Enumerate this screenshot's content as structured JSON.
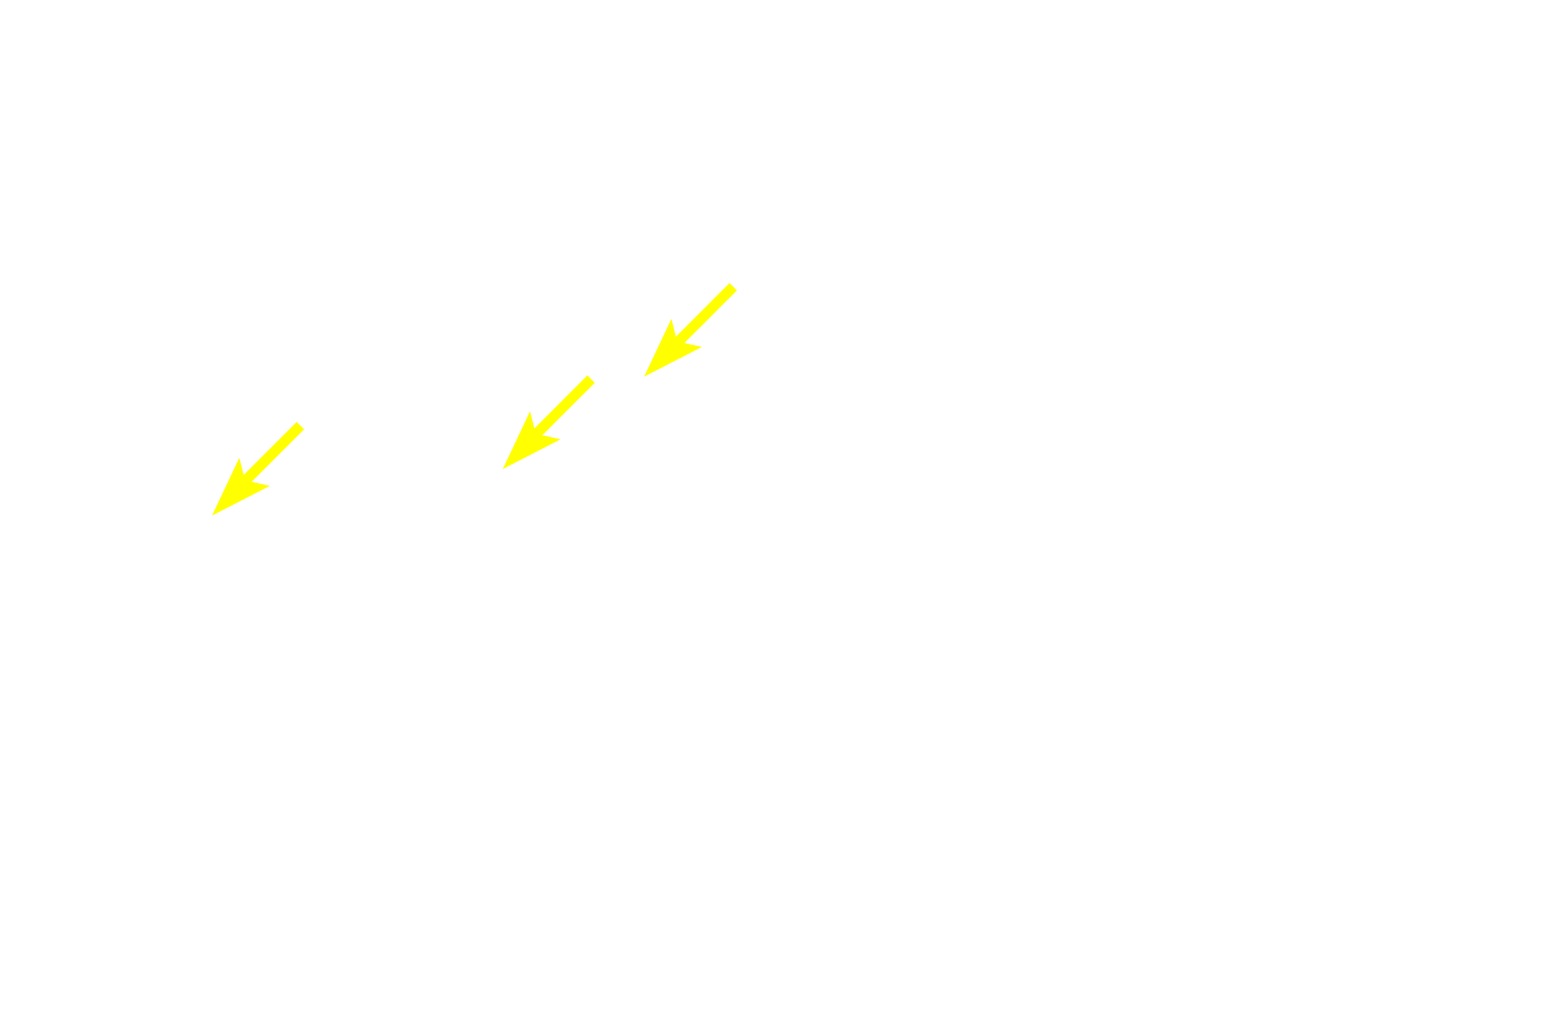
{
  "background": "#ffffff",
  "arrows": [
    {
      "name": "arrow-1",
      "color": "#ffff00",
      "icon": "arrow-down-left-icon"
    },
    {
      "name": "arrow-2",
      "color": "#ffff00",
      "icon": "arrow-down-left-icon"
    },
    {
      "name": "arrow-3",
      "color": "#ffff00",
      "icon": "arrow-down-left-icon"
    }
  ]
}
